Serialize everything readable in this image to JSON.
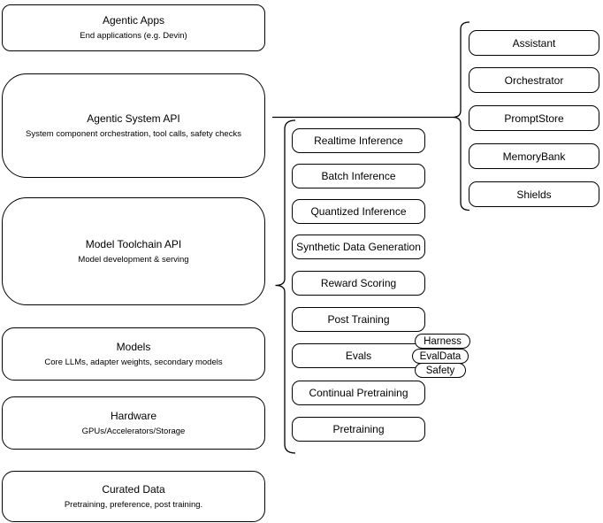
{
  "left_stack": [
    {
      "title": "Agentic Apps",
      "subtitle": "End applications (e.g. Devin)"
    },
    {
      "title": "Agentic System API",
      "subtitle": "System component orchestration, tool calls, safety checks"
    },
    {
      "title": "Model Toolchain API",
      "subtitle": "Model development & serving"
    },
    {
      "title": "Models",
      "subtitle": "Core LLMs, adapter weights, secondary models"
    },
    {
      "title": "Hardware",
      "subtitle": "GPUs/Accelerators/Storage"
    },
    {
      "title": "Curated Data",
      "subtitle": "Pretraining, preference, post training."
    }
  ],
  "toolchain_items": [
    "Realtime Inference",
    "Batch Inference",
    "Quantized Inference",
    "Synthetic Data Generation",
    "Reward Scoring",
    "Post Training",
    "Evals",
    "Continual Pretraining",
    "Pretraining"
  ],
  "eval_tags": [
    "Harness",
    "EvalData",
    "Safety"
  ],
  "system_components": [
    "Assistant",
    "Orchestrator",
    "PromptStore",
    "MemoryBank",
    "Shields"
  ],
  "colors": {
    "stroke": "#000000",
    "background": "#ffffff",
    "text": "#000000"
  }
}
